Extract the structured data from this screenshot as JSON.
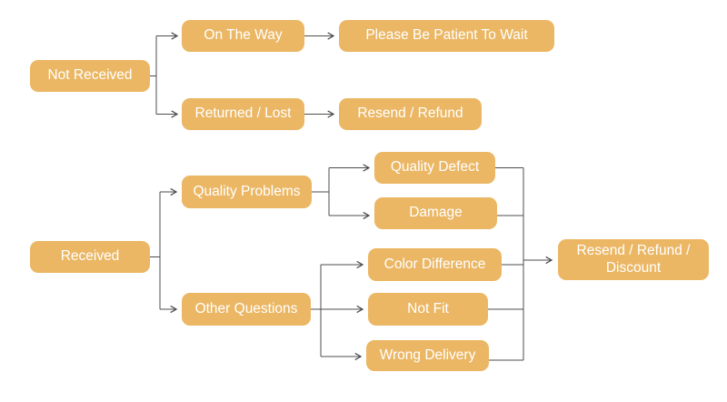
{
  "diagram": {
    "background": "#ffffff",
    "node_fill": "#ebb765",
    "node_text_color": "#ffffff",
    "line_color": "#4d4d4d",
    "nodes": {
      "not_received": "Not Received",
      "on_the_way": "On The Way",
      "please_be_patient": "Please Be Patient To Wait",
      "returned_lost": "Returned / Lost",
      "resend_refund": "Resend / Refund",
      "received": "Received",
      "quality_problems": "Quality Problems",
      "other_questions": "Other Questions",
      "quality_defect": "Quality Defect",
      "damage": "Damage",
      "color_difference": "Color Difference",
      "not_fit": "Not Fit",
      "wrong_delivery": "Wrong Delivery",
      "resend_refund_discount": "Resend / Refund / Discount"
    },
    "edges": [
      {
        "from": "Not Received",
        "to": "On The Way"
      },
      {
        "from": "Not Received",
        "to": "Returned / Lost"
      },
      {
        "from": "On The Way",
        "to": "Please Be Patient To Wait"
      },
      {
        "from": "Returned / Lost",
        "to": "Resend / Refund"
      },
      {
        "from": "Received",
        "to": "Quality Problems"
      },
      {
        "from": "Received",
        "to": "Other Questions"
      },
      {
        "from": "Quality Problems",
        "to": "Quality Defect"
      },
      {
        "from": "Quality Problems",
        "to": "Damage"
      },
      {
        "from": "Other Questions",
        "to": "Color Difference"
      },
      {
        "from": "Other Questions",
        "to": "Not Fit"
      },
      {
        "from": "Other Questions",
        "to": "Wrong Delivery"
      },
      {
        "from": "Quality Defect",
        "to": "Resend / Refund / Discount"
      },
      {
        "from": "Damage",
        "to": "Resend / Refund / Discount"
      },
      {
        "from": "Color Difference",
        "to": "Resend / Refund / Discount"
      },
      {
        "from": "Not Fit",
        "to": "Resend / Refund / Discount"
      },
      {
        "from": "Wrong Delivery",
        "to": "Resend / Refund / Discount"
      }
    ]
  }
}
